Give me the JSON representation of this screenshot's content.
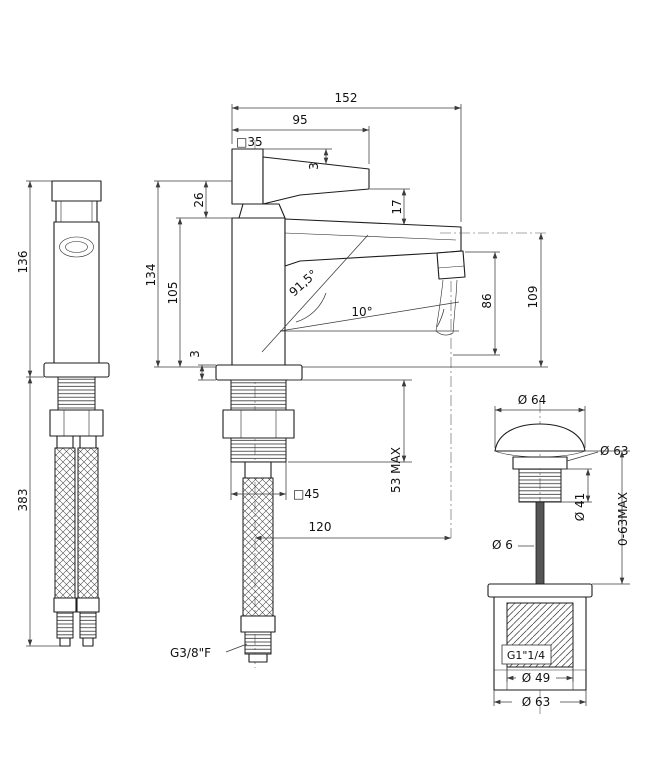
{
  "drawing": {
    "type": "technical-dimension-drawing",
    "subject": "single-lever basin mixer faucet with pop-up waste",
    "line_color": "#1c1c1c",
    "dim_color": "#3b3b3b"
  },
  "dims": {
    "d152": "152",
    "d95": "95",
    "sq35": "□35",
    "d3_top": "3",
    "d26": "26",
    "d17": "17",
    "d134": "134",
    "d105": "105",
    "a915": "91,5°",
    "a10": "10°",
    "d86": "86",
    "d109": "109",
    "d3_base": "3",
    "d53max": "53 MAX",
    "sq45": "□45",
    "d120": "120",
    "g38": "G3/8\"F",
    "d136": "136",
    "d383": "383",
    "w64": "Ø 64",
    "w63_top": "Ø 63",
    "w41": "Ø 41",
    "wrange": "0-63MAX",
    "w6": "Ø 6",
    "wthread": "G1\"1/4",
    "w49": "Ø 49",
    "w63_bottom": "Ø 63"
  }
}
